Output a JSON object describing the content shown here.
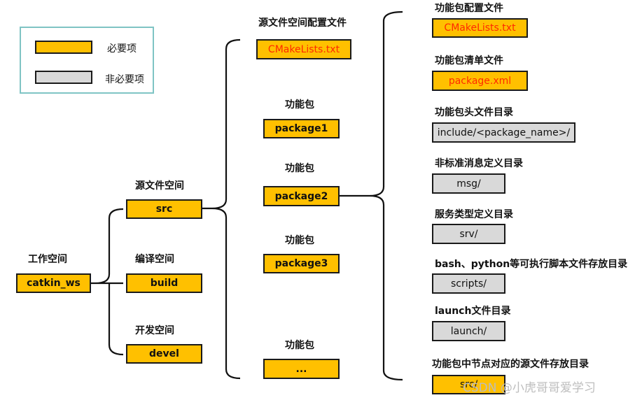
{
  "legend": {
    "required": "必要项",
    "optional": "非必要项"
  },
  "workspace": {
    "label": "工作空间",
    "name": "catkin_ws"
  },
  "spaces": [
    {
      "label": "源文件空间",
      "name": "src"
    },
    {
      "label": "编译空间",
      "name": "build"
    },
    {
      "label": "开发空间",
      "name": "devel"
    }
  ],
  "src_config": {
    "label": "源文件空间配置文件",
    "name": "CMakeLists.txt"
  },
  "packages": [
    {
      "label": "功能包",
      "name": "package1"
    },
    {
      "label": "功能包",
      "name": "package2"
    },
    {
      "label": "功能包",
      "name": "package3"
    },
    {
      "label": "功能包",
      "name": "..."
    }
  ],
  "package_contents": [
    {
      "label": "功能包配置文件",
      "name": "CMakeLists.txt",
      "required": true
    },
    {
      "label": "功能包清单文件",
      "name": "package.xml",
      "required": true
    },
    {
      "label": "功能包头文件目录",
      "name": "include/<package_name>/",
      "required": false
    },
    {
      "label": "非标准消息定义目录",
      "name": "msg/",
      "required": false
    },
    {
      "label": "服务类型定义目录",
      "name": "srv/",
      "required": false
    },
    {
      "label": "bash、python等可执行脚本文件存放目录",
      "name": "scripts/",
      "required": false
    },
    {
      "label": "launch文件目录",
      "name": "launch/",
      "required": false
    },
    {
      "label": "功能包中节点对应的源文件存放目录",
      "name": "src/",
      "required": true
    }
  ],
  "watermark": "CSDN @小虎哥哥爱学习",
  "colors": {
    "required": "#ffc000",
    "optional": "#d9d9d9",
    "red_text": "#ff2a00",
    "legend_border": "#7fc4c4"
  }
}
